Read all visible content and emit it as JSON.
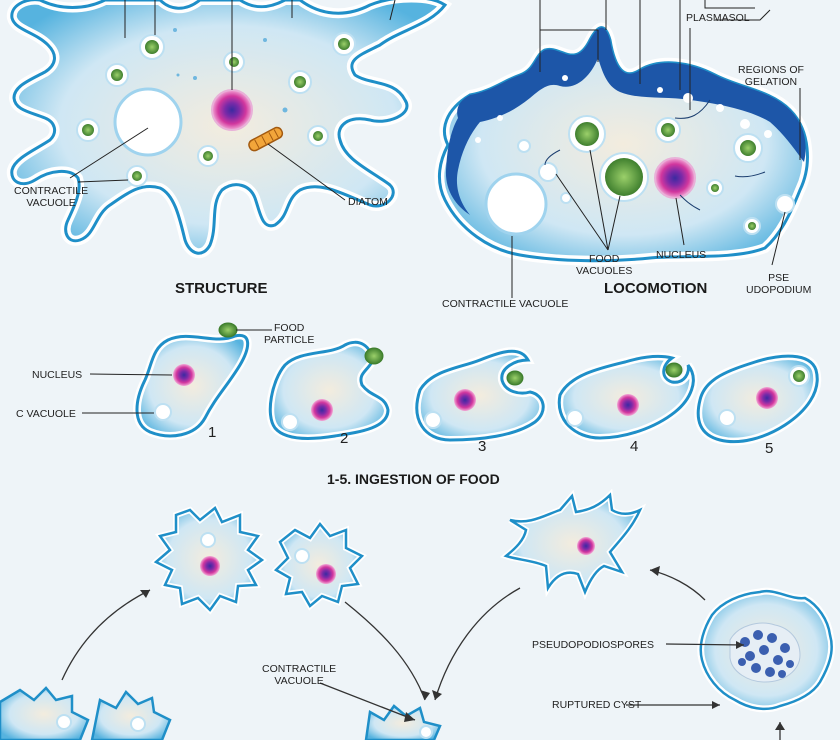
{
  "labels": {
    "plasmasol": "PLASMASOL",
    "regions_of_gelation": "REGIONS OF\nGELATION",
    "contractile_vacuole_left": "CONTRACTILE\nVACUOLE",
    "diatom": "DIATOM",
    "food_vacuoles": "FOOD\nVACUOLES",
    "nucleus_right": "NUCLEUS",
    "pseudopodium": "PSE\nUDOPODIUM",
    "contractile_vacuole_right": "CONTRACTILE VACUOLE",
    "food_particle": "FOOD\nPARTICLE",
    "nucleus_left": "NUCLEUS",
    "c_vacuole": "C VACUOLE",
    "contractile_vacuole_bottom": "CONTRACTILE\nVACUOLE",
    "pseudopodiospores": "PSEUDOPODIOSPORES",
    "ruptured_cyst": "RUPTURED CYST"
  },
  "titles": {
    "structure": "STRUCTURE",
    "locomotion": "LOCOMOTION",
    "ingestion": "1-5. INGESTION OF FOOD"
  },
  "stages": [
    "1",
    "2",
    "3",
    "4",
    "5"
  ],
  "colors": {
    "outline": "#1f8fc8",
    "body": "#d8eef8",
    "dark": "#1a4fa0",
    "nucleus": "#c0319a",
    "food": "#5a9a3a"
  }
}
